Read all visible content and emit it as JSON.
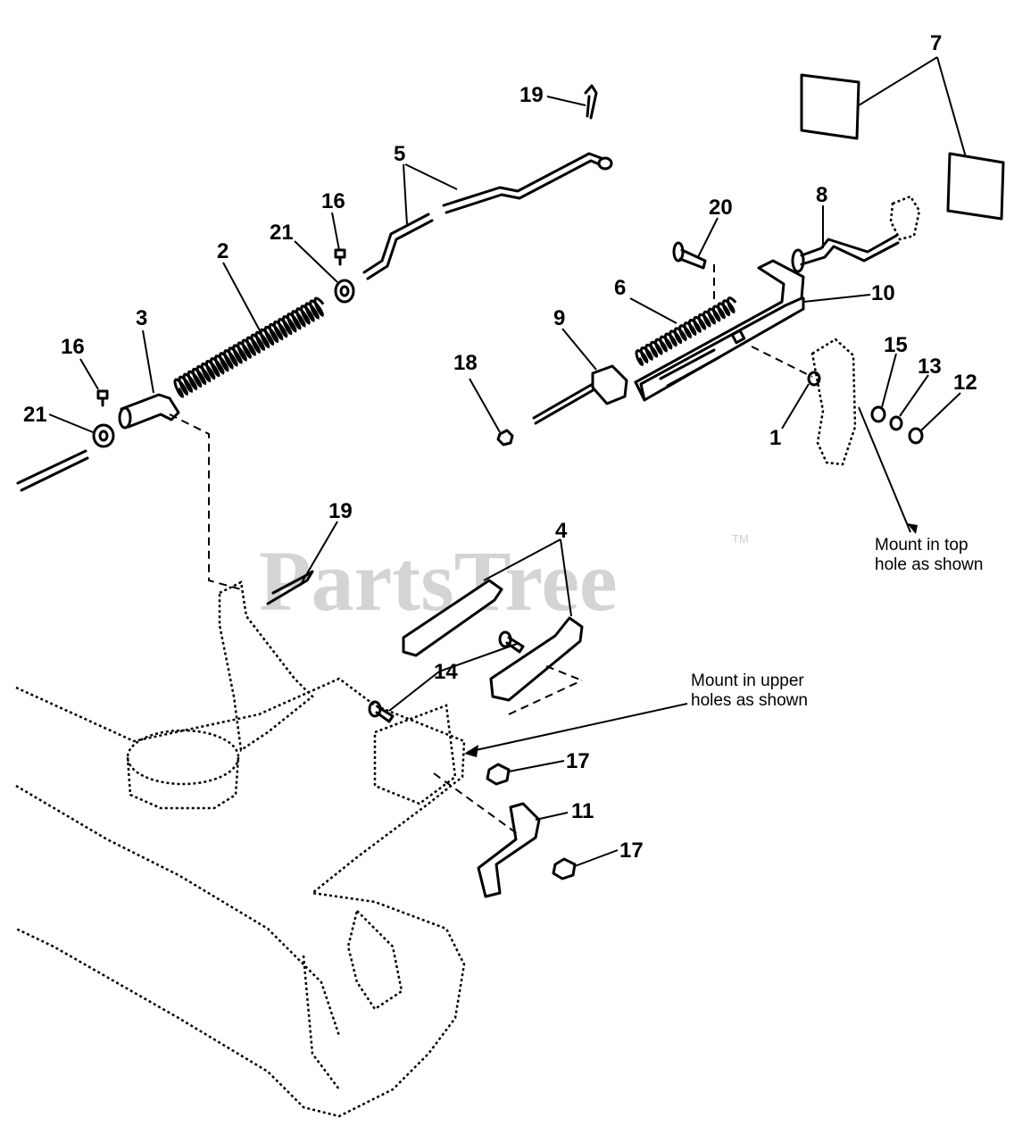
{
  "watermark": {
    "text": "PartsTree",
    "trademark": "TM"
  },
  "callouts": [
    {
      "id": "c1",
      "text": "1"
    },
    {
      "id": "c2",
      "text": "2"
    },
    {
      "id": "c3",
      "text": "3"
    },
    {
      "id": "c4",
      "text": "4"
    },
    {
      "id": "c5",
      "text": "5"
    },
    {
      "id": "c6",
      "text": "6"
    },
    {
      "id": "c7",
      "text": "7"
    },
    {
      "id": "c8",
      "text": "8"
    },
    {
      "id": "c9",
      "text": "9"
    },
    {
      "id": "c10",
      "text": "10"
    },
    {
      "id": "c11",
      "text": "11"
    },
    {
      "id": "c12",
      "text": "12"
    },
    {
      "id": "c13",
      "text": "13"
    },
    {
      "id": "c14",
      "text": "14"
    },
    {
      "id": "c15",
      "text": "15"
    },
    {
      "id": "c16a",
      "text": "16"
    },
    {
      "id": "c16b",
      "text": "16"
    },
    {
      "id": "c17a",
      "text": "17"
    },
    {
      "id": "c17b",
      "text": "17"
    },
    {
      "id": "c18",
      "text": "18"
    },
    {
      "id": "c19a",
      "text": "19"
    },
    {
      "id": "c19b",
      "text": "19"
    },
    {
      "id": "c20",
      "text": "20"
    },
    {
      "id": "c21a",
      "text": "21"
    },
    {
      "id": "c21b",
      "text": "21"
    }
  ],
  "notes": {
    "top_hole": [
      "Mount in top",
      "hole as shown"
    ],
    "upper_holes": [
      "Mount in upper",
      "holes as shown"
    ]
  }
}
